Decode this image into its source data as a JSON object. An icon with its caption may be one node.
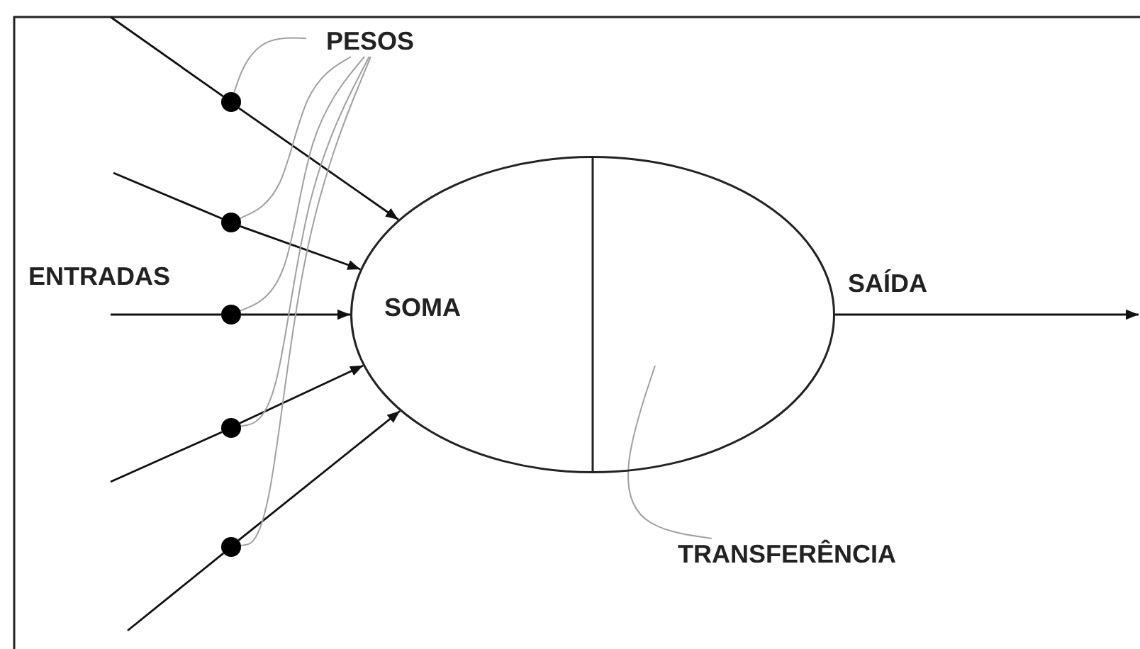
{
  "diagram": {
    "nodes": [
      {
        "text": [
          "PESOS"
        ]
      },
      {
        "text": [],
        "shape": "circle"
      },
      {
        "text": [],
        "shape": "circle"
      },
      {
        "text": [],
        "shape": "circle"
      },
      {
        "text": [],
        "shape": "circle"
      },
      {
        "text": [],
        "shape": "circle"
      },
      {
        "text": [
          "SOMA"
        ]
      },
      {
        "text": [
          "TRANSFERÊNCIA"
        ]
      }
    ],
    "edges": [
      {
        "from": null,
        "to": 1,
        "arrow": "none"
      },
      {
        "from": null,
        "to": 2,
        "arrow": "none"
      },
      {
        "from": null,
        "to": 3,
        "arrow": "none"
      },
      {
        "from": null,
        "to": 4,
        "arrow": "none"
      },
      {
        "from": null,
        "to": 5,
        "arrow": "none"
      },
      {
        "from": 1,
        "to": 6,
        "arrow": "to"
      },
      {
        "from": 2,
        "to": 6,
        "arrow": "to"
      },
      {
        "from": 3,
        "to": 6,
        "arrow": "to"
      },
      {
        "from": 4,
        "to": 6,
        "arrow": "to"
      },
      {
        "from": 5,
        "to": 6,
        "arrow": "to"
      },
      {
        "from": 0,
        "to": 1,
        "arrow": "none",
        "color": "#a0a0a0"
      },
      {
        "from": 0,
        "to": 2,
        "arrow": "none",
        "color": "#a0a0a0"
      },
      {
        "from": 0,
        "to": 3,
        "arrow": "none",
        "color": "#a0a0a0"
      },
      {
        "from": 0,
        "to": 4,
        "arrow": "none",
        "color": "#a0a0a0"
      },
      {
        "from": 0,
        "to": 5,
        "arrow": "none",
        "color": "#a0a0a0"
      },
      {
        "from": 6,
        "to": null,
        "arrow": "to",
        "label": "SAÍDA"
      },
      {
        "from": 7,
        "to": 6,
        "arrow": "none",
        "color": "#a0a0a0"
      }
    ],
    "labels": [
      "ENTRADAS"
    ]
  }
}
